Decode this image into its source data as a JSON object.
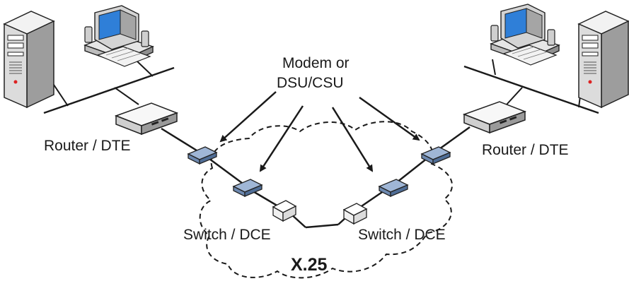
{
  "labels": {
    "modem_line1": "Modem or",
    "modem_line2": "DSU/CSU",
    "router_left": "Router / DTE",
    "router_right": "Router / DTE",
    "switch_left": "Switch / DCE",
    "switch_right": "Switch / DCE",
    "network": "X.25"
  },
  "colors": {
    "line": "#1a1a1a",
    "modem_blue": "#7e9bc0",
    "screen_blue": "#2f7fd8",
    "tower_gray": "#d8d8d8"
  }
}
